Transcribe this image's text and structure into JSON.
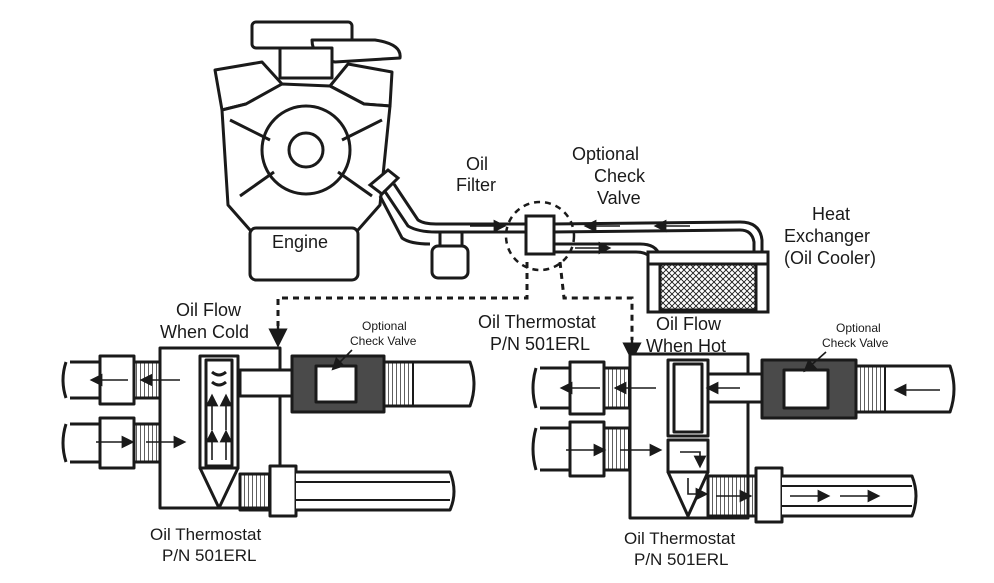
{
  "labels": {
    "engine": "Engine",
    "oil_filter": [
      "Oil",
      "Filter"
    ],
    "check_valve_top": [
      "Optional",
      "Check",
      "Valve"
    ],
    "heat_exchanger": [
      "Heat",
      "Exchanger",
      "(Oil Cooler)"
    ],
    "flow_cold": [
      "Oil Flow",
      "When Cold"
    ],
    "flow_hot": [
      "Oil Flow",
      "When Hot"
    ],
    "thermostat_center": [
      "Oil Thermostat",
      "P/N 501ERL"
    ],
    "check_valve_left": [
      "Optional",
      "Check Valve"
    ],
    "check_valve_right": [
      "Optional",
      "Check Valve"
    ],
    "thermostat_left": [
      "Oil Thermostat",
      "P/N 501ERL"
    ],
    "thermostat_right": [
      "Oil Thermostat",
      "P/N 501ERL"
    ]
  },
  "colors": {
    "line": "#1a1a1a",
    "shade": "#4a4a4a",
    "paper": "#ffffff"
  }
}
